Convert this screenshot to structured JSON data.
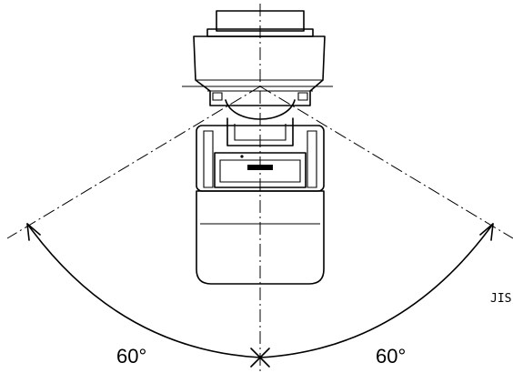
{
  "diagram": {
    "angle_left_label": "60°",
    "angle_right_label": "60°",
    "edge_tag": "JIS"
  }
}
